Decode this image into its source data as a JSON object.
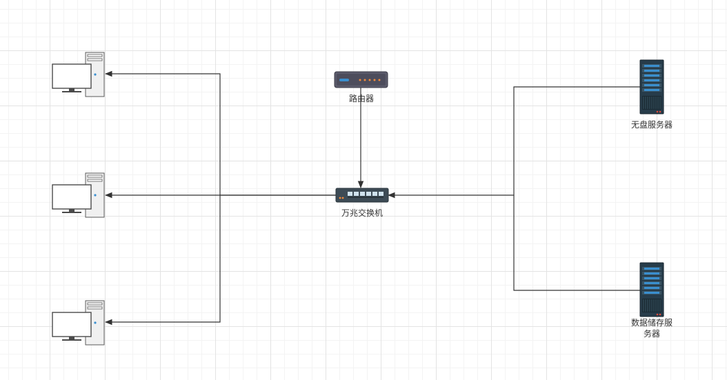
{
  "nodes": {
    "router": {
      "label": "路由器"
    },
    "switch": {
      "label": "万兆交换机"
    },
    "diskless_server": {
      "label": "无盘服务器"
    },
    "storage_server": {
      "label_line1": "数据储存服",
      "label_line2": "务器"
    }
  },
  "colors": {
    "connector": "#333333",
    "device_dark": "#5b5b6b",
    "server_body": "#273c4a",
    "server_accent": "#3a8fcf",
    "pc_case": "#e8e8e8",
    "label_text": "#333333"
  },
  "icons": {
    "router": "router-icon",
    "switch": "network-switch-icon",
    "server": "server-rack-icon",
    "pc": "desktop-computer-icon"
  }
}
